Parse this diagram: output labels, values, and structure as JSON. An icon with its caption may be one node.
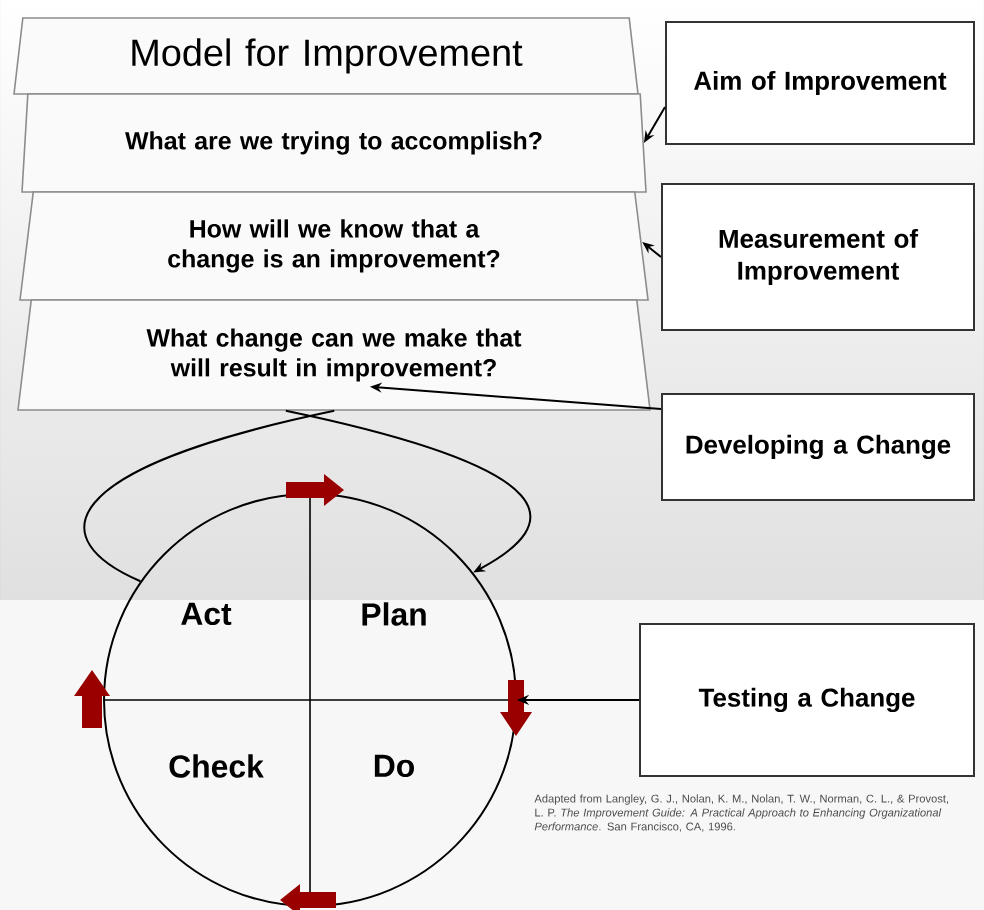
{
  "diagram": {
    "nodes": [
      {
        "text": [
          "Model for Improvement"
        ]
      },
      {
        "text": [
          "What are we trying to accomplish?"
        ]
      },
      {
        "text": [
          "How will we know that a change is an improvement?"
        ]
      },
      {
        "text": [
          "What change can we make that will result in improvement?"
        ]
      },
      {
        "text": [
          "Aim of Improvement"
        ]
      },
      {
        "text": [
          "Measurement of Improvement"
        ]
      },
      {
        "text": [
          "Developing a Change"
        ]
      },
      {
        "text": [
          "Testing a Change"
        ]
      },
      {
        "text": [
          "Act",
          "Plan",
          "Check",
          "Do"
        ]
      }
    ],
    "edges": [
      {
        "from": 4,
        "to": 1,
        "arrow": "to"
      },
      {
        "from": 5,
        "to": 2,
        "arrow": "to"
      },
      {
        "from": 6,
        "to": 3,
        "arrow": "to"
      },
      {
        "from": 7,
        "to": 8,
        "arrow": "to"
      },
      {
        "from": 8,
        "to": 3,
        "arrow": "none"
      },
      {
        "from": 3,
        "to": 8,
        "arrow": "to"
      }
    ],
    "labels": [
      "Adapted from Langley, G. J., Nolan, K. M., Nolan, T. W., Norman, C. L., & Provost, L. P. *The Improvement Guide: A Practical Approach to Enhancing Organizational Performance*. San Francisco, CA, 1996."
    ]
  }
}
